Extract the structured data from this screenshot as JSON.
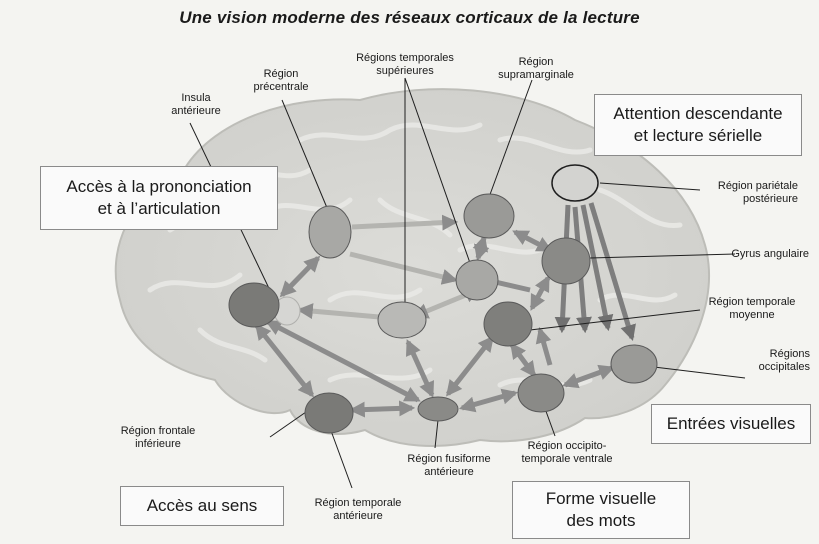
{
  "title": "Une vision moderne des réseaux corticaux de la lecture",
  "regions": {
    "insula": "Insula\nantérieure",
    "precentrale": "Région\nprécentrale",
    "temporales_sup": "Régions  temporales\nsupérieures",
    "supramarginale": "Région\nsupramarginale",
    "parietale": "Région pariétale\npostérieure",
    "angulaire": "Gyrus angulaire",
    "temporale_moy": "Région temporale\nmoyenne",
    "occipitales": "Régions\noccipitales",
    "frontale_inf": "Région frontale\ninférieure",
    "fusiforme": "Région fusiforme\nantérieure",
    "occipito_temporale": "Région occipito-\ntemporale ventrale",
    "temporale_ant": "Région temporale\nantérieure"
  },
  "boxes": {
    "prononciation": "Accès à la prononciation\net à l’articulation",
    "attention": "Attention descendante\net lecture sérielle",
    "entrees": "Entrées visuelles",
    "sens": "Accès au sens",
    "forme": "Forme visuelle\ndes mots"
  }
}
